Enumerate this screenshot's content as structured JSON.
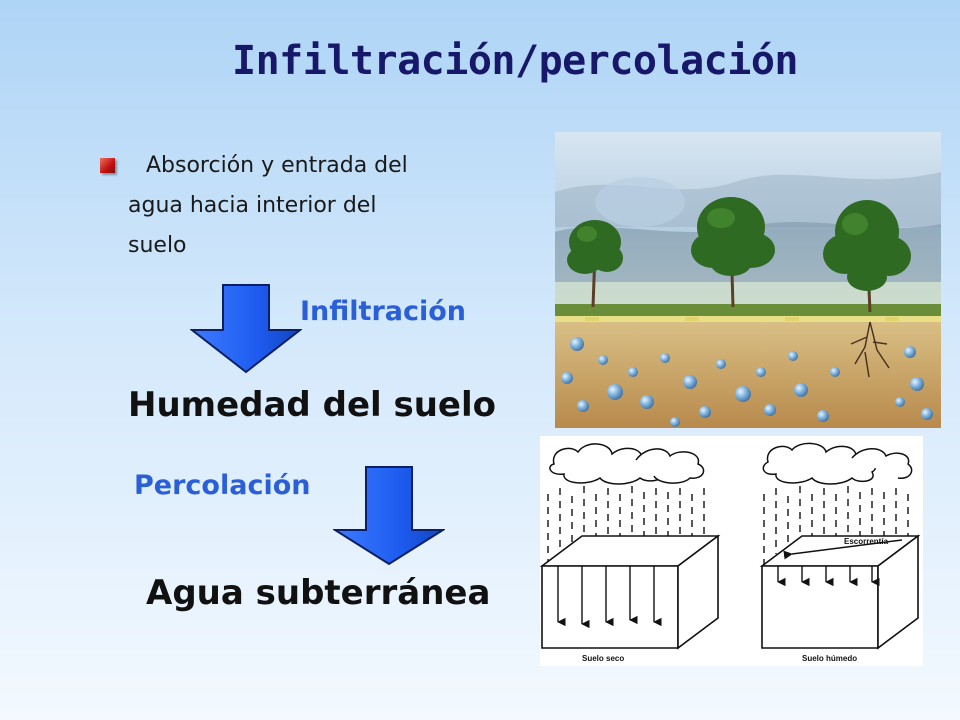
{
  "slide": {
    "title": "Infiltración/percolación",
    "bullet": {
      "lines": [
        "Absorción y entrada del",
        "agua hacia interior del",
        "suelo"
      ]
    },
    "infiltration_label": "Infiltración",
    "soil_moisture_label": "Humedad del suelo",
    "percolation_label": "Percolación",
    "groundwater_label": "Agua subterránea"
  },
  "diagram": {
    "dry_soil_label": "Suelo seco",
    "wet_soil_label": "Suelo húmedo",
    "runoff_label": "Escorrentía"
  },
  "colors": {
    "title": "#18186b",
    "accent_blue": "#2b5fd8",
    "arrow_fill": "#1e5cf0",
    "bullet_red": "#c01010"
  }
}
